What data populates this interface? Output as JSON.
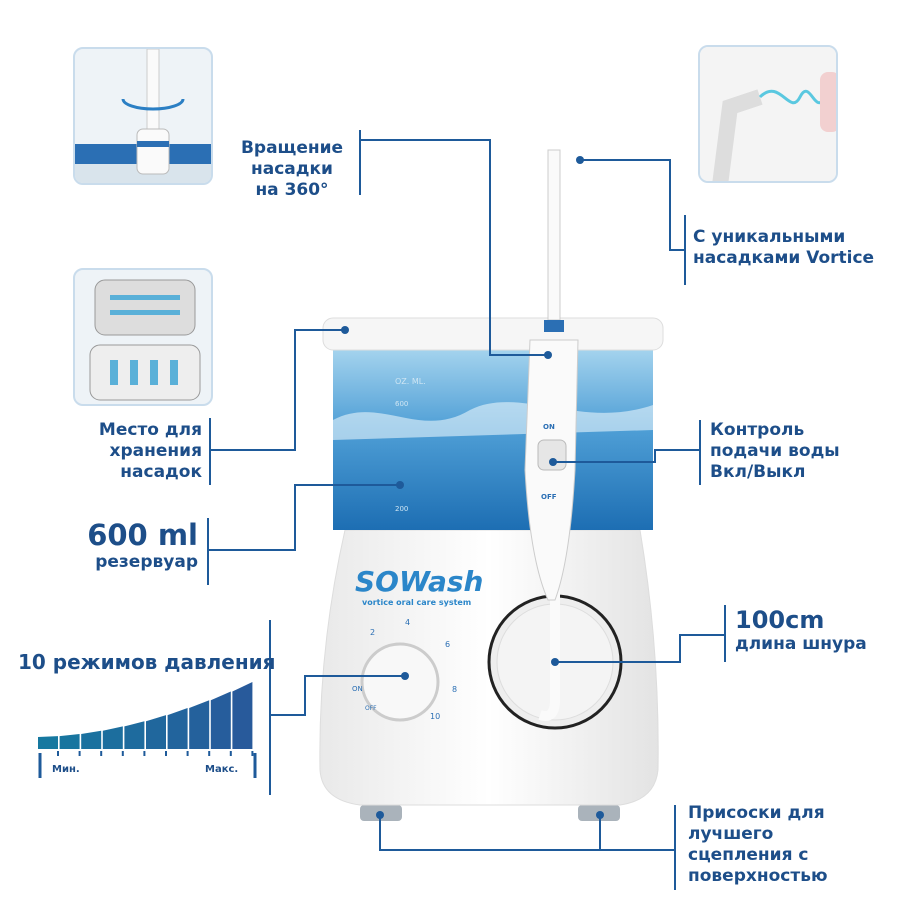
{
  "callouts": {
    "rotation": [
      "Вращение",
      "насадки",
      "на 360°"
    ],
    "vortice": [
      "С уникальными",
      "насадками Vortice"
    ],
    "storage": [
      "Место для",
      "хранения",
      "насадок"
    ],
    "reservoir": {
      "value": "600 ml",
      "label": "резервуар"
    },
    "pressure": {
      "title": "10 режимов давления",
      "min": "Мин.",
      "max": "Макс.",
      "levels": 10
    },
    "control": [
      "Контроль",
      "подачи воды",
      "Вкл/Выкл"
    ],
    "cord": {
      "value": "100cm",
      "label": "длина шнура"
    },
    "suction": [
      "Присоски для",
      "лучшего",
      "сцепления с",
      "поверхностью"
    ]
  },
  "device": {
    "brand": "SOWash",
    "tagline": "vortice oral care system",
    "tank_marks": [
      "OZ. ML.",
      "600",
      "200"
    ],
    "switch": {
      "on": "ON",
      "off": "OFF"
    },
    "dial": [
      "ON",
      "2",
      "4",
      "6",
      "8",
      "10",
      "OFF"
    ]
  },
  "colors": {
    "accent": "#1d4e89",
    "water": "#6fb3dc"
  }
}
